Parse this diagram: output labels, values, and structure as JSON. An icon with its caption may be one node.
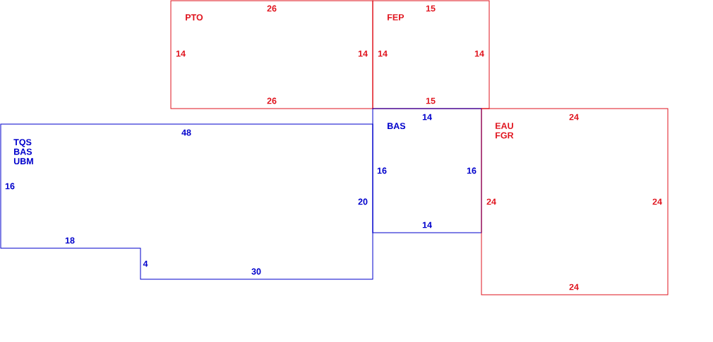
{
  "diagram": {
    "nodes": [
      {
        "text": [
          "PTO"
        ]
      },
      {
        "text": [
          "FEP"
        ]
      },
      {
        "text": [
          "TQS BAS UBM"
        ]
      },
      {
        "text": [
          "BAS"
        ]
      },
      {
        "text": [
          "EAU FGR"
        ]
      }
    ],
    "labels": [
      "26",
      "15",
      "14",
      "14",
      "14",
      "14",
      "26",
      "15",
      "14",
      "24",
      "48",
      "16",
      "16",
      "16",
      "20",
      "24",
      "24",
      "14",
      "18",
      "4",
      "30",
      "24"
    ]
  }
}
